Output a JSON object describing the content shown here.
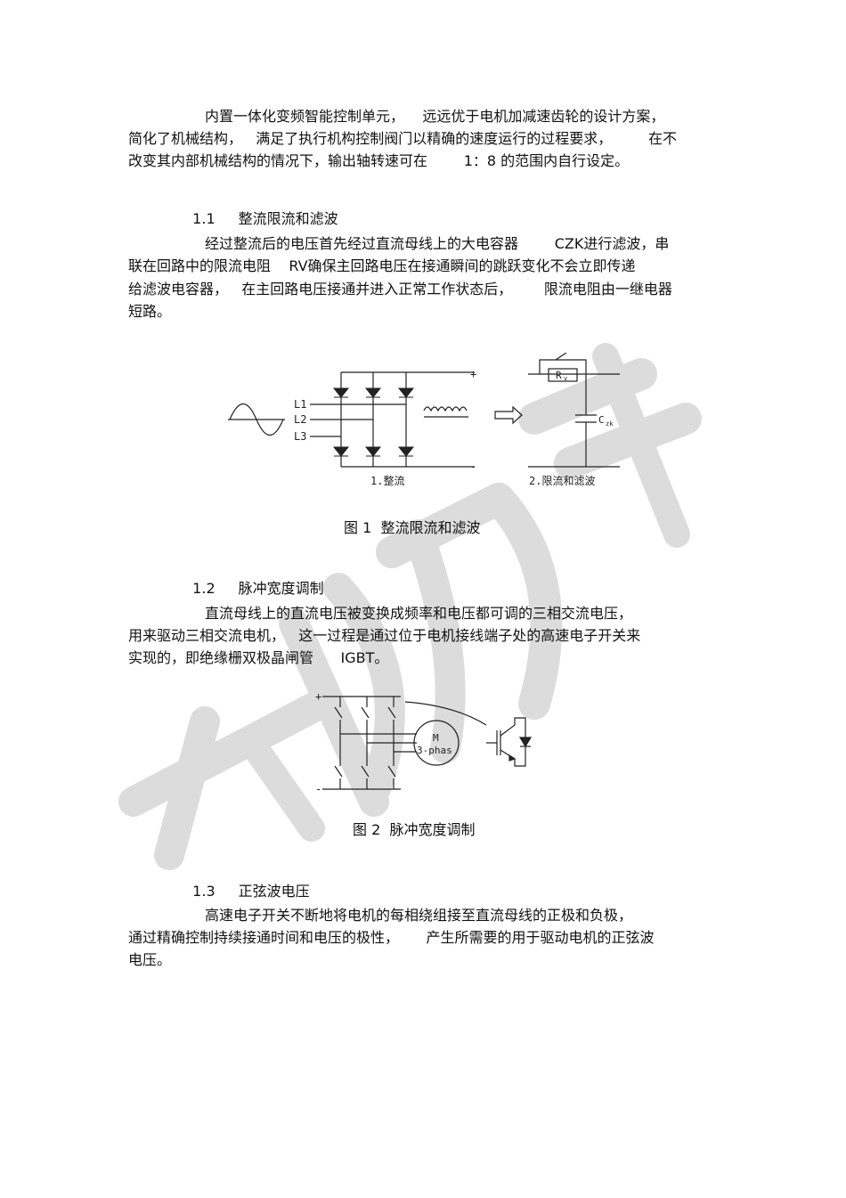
{
  "paragraph1": {
    "line1": "内置一体化变频智能控制单元，    远远优于电机加减速齿轮的设计方案，",
    "line2": "简化了机械结构，   满足了执行机构控制阀门以精确的速度运行的过程要求，        在不",
    "line3": "改变其内部机械结构的情况下，输出轴转速可在        1：8 的范围内自行设定。"
  },
  "section1": {
    "number": "1.1",
    "title": "整流限流和滤波",
    "para": {
      "line1": "经过整流后的电压首先经过直流母线上的大电容器        CZK进行滤波，串",
      "line2": "联在回路中的限流电阻    RV确保主回路电压在接通瞬间的跳跃变化不会立即传递",
      "line3": "给滤波电容器，   在主回路电压接通并进入正常工作状态后，       限流电阻由一继电器",
      "line4": "短路。"
    },
    "figure": {
      "label_l1": "L1",
      "label_l2": "L2",
      "label_l3": "L3",
      "label_plus": "+",
      "label_minus": "-",
      "label_rv": "R",
      "label_rv_sub": "v",
      "label_czk": "C",
      "label_czk_sub": "zk",
      "sub1": "1.整流",
      "sub2": "2.限流和滤波"
    },
    "caption": "图 1  整流限流和滤波"
  },
  "section2": {
    "number": "1.2",
    "title": "脉冲宽度调制",
    "para": {
      "line1": "直流母线上的直流电压被变换成频率和电压都可调的三相交流电压，",
      "line2": "用来驱动三相交流电机，   这一过程是通过位于电机接线端子处的高速电子开关来",
      "line3": "实现的，即绝缘栅双极晶闸管      IGBT。"
    },
    "figure": {
      "label_plus": "+",
      "label_minus": "-",
      "motor_m": "M",
      "motor_phase": "3-phas"
    },
    "caption": "图 2  脉冲宽度调制"
  },
  "section3": {
    "number": "1.3",
    "title": "正弦波电压",
    "para": {
      "line1": "高速电子开关不断地将电机的每相绕组接至直流母线的正极和负极，",
      "line2": "通过精确控制持续接通时间和电压的极性，      产生所需要的用于驱动电机的正弦波",
      "line3": "电压。"
    }
  },
  "colors": {
    "text": "#111111",
    "watermark": "#d9d9d9"
  }
}
